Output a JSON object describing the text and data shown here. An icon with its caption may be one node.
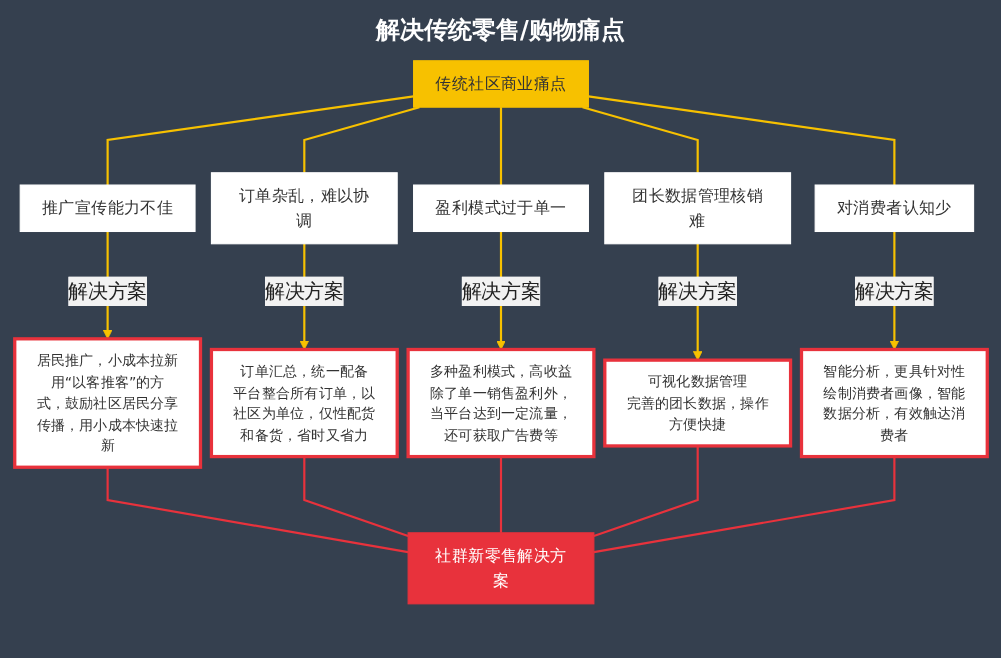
{
  "diagram": {
    "title": "解决传统零售/购物痛点",
    "nodes": [
      {
        "text": [
          "传统社区商业痛点"
        ]
      },
      {
        "text": [
          "推广宣传能力不佳"
        ]
      },
      {
        "text": [
          "订单杂乱，难以协调"
        ]
      },
      {
        "text": [
          "盈利模式过于单一"
        ]
      },
      {
        "text": [
          "团长数据管理核销难"
        ]
      },
      {
        "text": [
          "对消费者认知少"
        ]
      },
      {
        "text": [
          "居民推广，小成本拉新",
          "用“以客推客”的方式，鼓励社区居民分享传播，用小成本快速拉新"
        ]
      },
      {
        "text": [
          "订单汇总，统一配备",
          "平台整合所有订单，以社区为单位，仅性配货和备货，省时又省力"
        ]
      },
      {
        "text": [
          "多种盈利模式，高收益",
          "除了单一销售盈利外，当平台达到一定流量，还可获取广告费等"
        ]
      },
      {
        "text": [
          "可视化数据管理",
          "完善的团长数据，操作方便快捷"
        ]
      },
      {
        "text": [
          "智能分析，更具针对性",
          "绘制消费者画像，智能数据分析，有效触达消费者"
        ]
      },
      {
        "text": [
          "社群新零售解决方案"
        ]
      }
    ],
    "edges": [
      {
        "from": 0,
        "to": 1,
        "arrow": "none"
      },
      {
        "from": 0,
        "to": 2,
        "arrow": "none"
      },
      {
        "from": 0,
        "to": 3,
        "arrow": "none"
      },
      {
        "from": 0,
        "to": 4,
        "arrow": "none"
      },
      {
        "from": 0,
        "to": 5,
        "arrow": "none"
      },
      {
        "from": 1,
        "to": 6,
        "arrow": "to",
        "label": "解决方案"
      },
      {
        "from": 2,
        "to": 7,
        "arrow": "to",
        "label": "解决方案"
      },
      {
        "from": 3,
        "to": 8,
        "arrow": "to",
        "label": "解决方案"
      },
      {
        "from": 4,
        "to": 9,
        "arrow": "to",
        "label": "解决方案"
      },
      {
        "from": 5,
        "to": 10,
        "arrow": "to",
        "label": "解决方案"
      },
      {
        "from": 6,
        "to": 11,
        "arrow": "none",
        "color": "#e8323c"
      },
      {
        "from": 7,
        "to": 11,
        "arrow": "none",
        "color": "#e8323c"
      },
      {
        "from": 8,
        "to": 11,
        "arrow": "none",
        "color": "#e8323c"
      },
      {
        "from": 9,
        "to": 11,
        "arrow": "none",
        "color": "#e8323c"
      },
      {
        "from": 10,
        "to": 11,
        "arrow": "none",
        "color": "#e8323c"
      }
    ]
  }
}
